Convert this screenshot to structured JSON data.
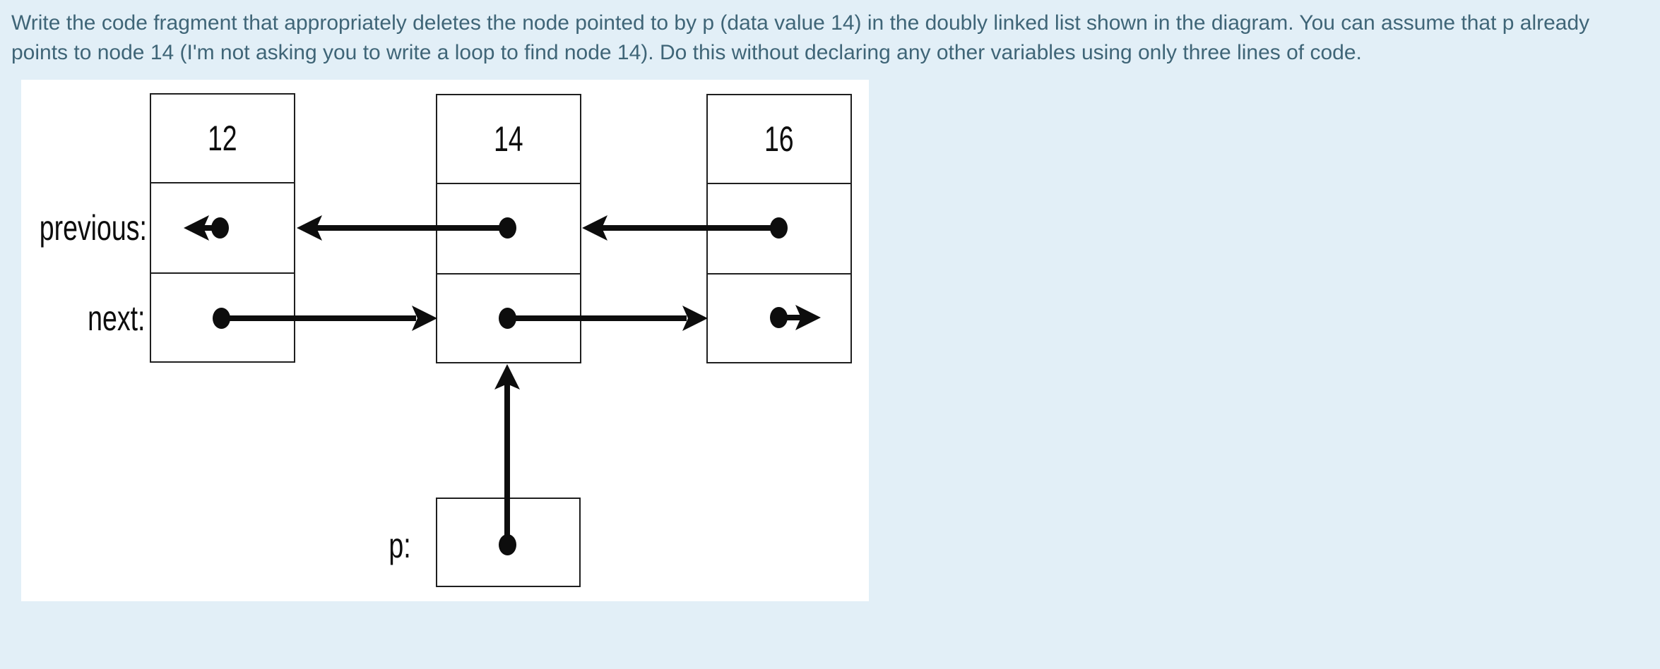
{
  "page": {
    "background_color": "#e2eff7"
  },
  "question": {
    "line1": "Write the code fragment that appropriately deletes the node pointed to by p (data value 14) in the doubly linked list shown in the diagram. You can assume that p already",
    "line2": "points to node 14 (I'm not asking you to write a loop to find node 14). Do this without declaring any other variables using only three lines of code.",
    "text_color": "#3f6577"
  },
  "diagram": {
    "type": "doubly-linked-list",
    "panel_color": "#ffffff",
    "ink_color": "#0d0d0d",
    "row_labels": {
      "previous": "previous:",
      "next": "next:"
    },
    "pointer": {
      "label": "p:",
      "points_to": "14"
    },
    "nodes": [
      {
        "value": "12",
        "previous": "null",
        "next": "14"
      },
      {
        "value": "14",
        "previous": "12",
        "next": "16"
      },
      {
        "value": "16",
        "previous": "14",
        "next": "null"
      }
    ]
  }
}
